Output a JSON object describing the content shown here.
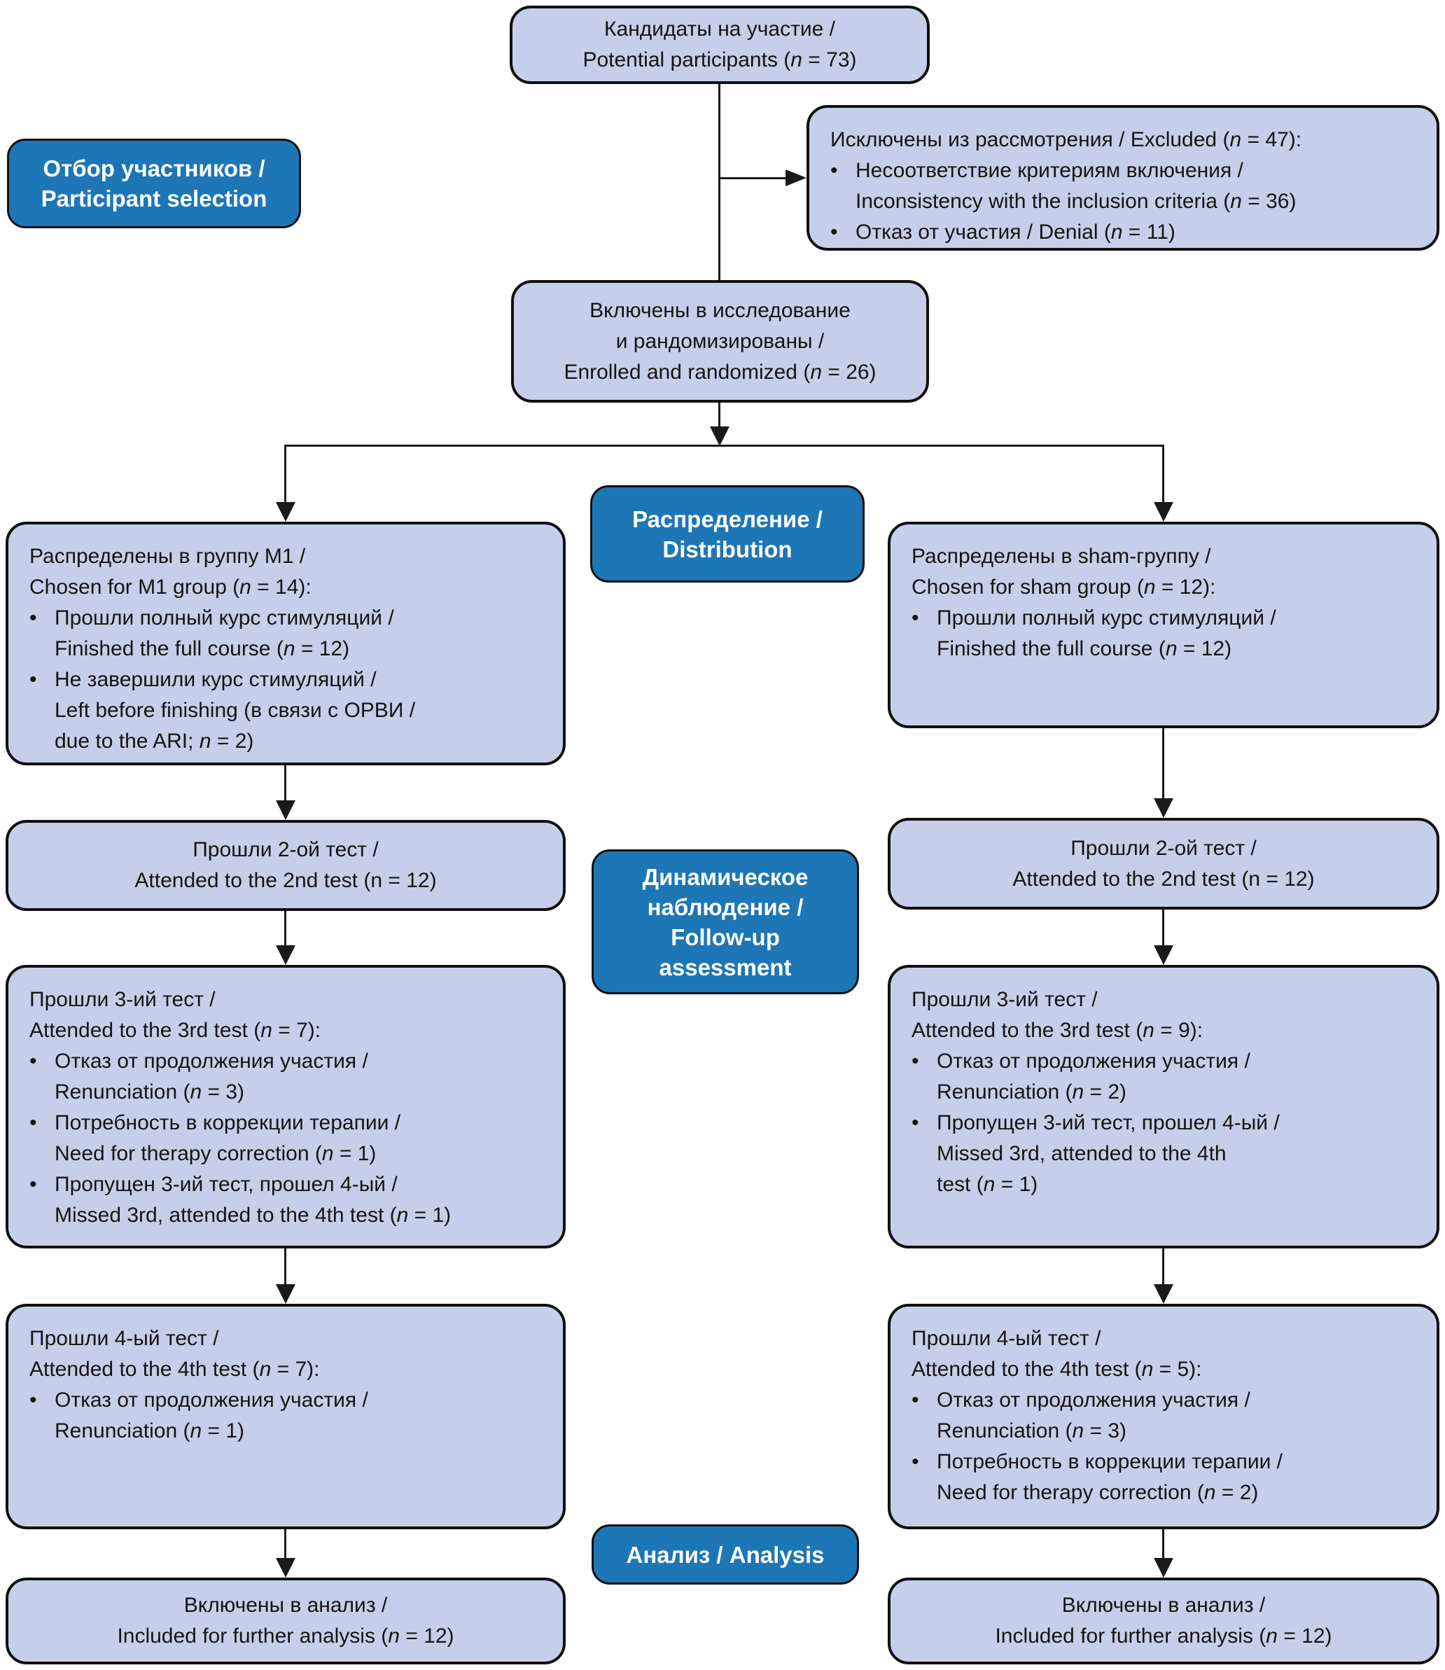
{
  "colors": {
    "light_box_fill": "#c6cfea",
    "stage_fill": "#1d76b5",
    "stage_text": "#ffffff",
    "border_color": "#101010",
    "line_color": "#1a1a1a",
    "text_color": "#141414"
  },
  "bullet_char": "•",
  "stage_labels": {
    "selection": "Отбор участников /\nParticipant selection",
    "distribution": "Распределение /\nDistribution",
    "followup": "Динамическое\nнаблюдение /\nFollow-up\nassessment",
    "analysis": "Анализ / Analysis"
  },
  "nodes": {
    "potential": {
      "items": [
        {
          "k": "l",
          "t": "Кандидаты на участие /"
        },
        {
          "k": "l",
          "t": "Potential participants (*n* = 73)"
        }
      ]
    },
    "excluded": {
      "items": [
        {
          "k": "l",
          "t": "Исключены из рассмотрения / Excluded (*n* = 47):"
        },
        {
          "k": "b",
          "t": "Несоответствие критериям включения /"
        },
        {
          "k": "c",
          "t": "Inconsistency with the inclusion criteria (*n* = 36)"
        },
        {
          "k": "b",
          "t": "Отказ от участия / Denial (*n* = 11)"
        }
      ]
    },
    "enrolled": {
      "items": [
        {
          "k": "l",
          "t": "Включены в исследование"
        },
        {
          "k": "l",
          "t": "и рандомизированы /"
        },
        {
          "k": "l",
          "t": "Enrolled and randomized (*n* = 26)"
        }
      ]
    },
    "m1_group": {
      "items": [
        {
          "k": "l",
          "t": "Распределены в группу M1 /"
        },
        {
          "k": "l",
          "t": "Chosen for M1 group (*n* = 14):"
        },
        {
          "k": "b",
          "t": "Прошли полный курс стимуляций /"
        },
        {
          "k": "c",
          "t": "Finished the full course (*n* = 12)"
        },
        {
          "k": "b",
          "t": "Не завершили курс стимуляций /"
        },
        {
          "k": "c",
          "t": "Left before finishing (в связи с ОРВИ /"
        },
        {
          "k": "c",
          "t": "due to the ARI; *n* = 2)"
        }
      ]
    },
    "sham_group": {
      "items": [
        {
          "k": "l",
          "t": "Распределены в sham-группу /"
        },
        {
          "k": "l",
          "t": "Chosen for sham group (*n* = 12):"
        },
        {
          "k": "b",
          "t": "Прошли полный курс стимуляций /"
        },
        {
          "k": "c",
          "t": "Finished the full course (*n* = 12)"
        }
      ]
    },
    "test2_m1": {
      "items": [
        {
          "k": "l",
          "t": "Прошли 2-ой тест /"
        },
        {
          "k": "l",
          "t": "Attended to the 2nd test (n = 12)"
        }
      ]
    },
    "test2_sham": {
      "items": [
        {
          "k": "l",
          "t": "Прошли 2-ой тест /"
        },
        {
          "k": "l",
          "t": "Attended to the 2nd test (n = 12)"
        }
      ]
    },
    "test3_m1": {
      "items": [
        {
          "k": "l",
          "t": "Прошли 3-ий тест /"
        },
        {
          "k": "l",
          "t": "Attended to the 3rd test (*n* = 7):"
        },
        {
          "k": "b",
          "t": "Отказ от продолжения участия /"
        },
        {
          "k": "c",
          "t": "Renunciation (*n* = 3)"
        },
        {
          "k": "b",
          "t": "Потребность в коррекции терапии /"
        },
        {
          "k": "c",
          "t": "Need for therapy correction (*n* = 1)"
        },
        {
          "k": "b",
          "t": "Пропущен 3-ий тест, прошел 4-ый /"
        },
        {
          "k": "c",
          "t": "Missed 3rd, attended to the 4th test (*n* = 1)"
        }
      ]
    },
    "test3_sham": {
      "items": [
        {
          "k": "l",
          "t": "Прошли 3-ий тест /"
        },
        {
          "k": "l",
          "t": "Attended to the 3rd test (*n* = 9):"
        },
        {
          "k": "b",
          "t": "Отказ от продолжения участия /"
        },
        {
          "k": "c",
          "t": "Renunciation (*n* = 2)"
        },
        {
          "k": "b",
          "t": "Пропущен 3-ий тест, прошел 4-ый /"
        },
        {
          "k": "c",
          "t": "Missed 3rd, attended to the 4th"
        },
        {
          "k": "c",
          "t": "test (*n* = 1)"
        }
      ]
    },
    "test4_m1": {
      "items": [
        {
          "k": "l",
          "t": "Прошли 4-ый тест /"
        },
        {
          "k": "l",
          "t": "Attended to the 4th test (*n* = 7):"
        },
        {
          "k": "b",
          "t": "Отказ от продолжения участия /"
        },
        {
          "k": "c",
          "t": "Renunciation (*n* = 1)"
        }
      ]
    },
    "test4_sham": {
      "items": [
        {
          "k": "l",
          "t": "Прошли 4-ый тест /"
        },
        {
          "k": "l",
          "t": "Attended to the 4th test (*n* = 5):"
        },
        {
          "k": "b",
          "t": "Отказ от продолжения участия /"
        },
        {
          "k": "c",
          "t": "Renunciation (*n* = 3)"
        },
        {
          "k": "b",
          "t": "Потребность в коррекции терапии /"
        },
        {
          "k": "c",
          "t": "Need for therapy correction (*n* = 2)"
        }
      ]
    },
    "analysis_m1": {
      "items": [
        {
          "k": "l",
          "t": "Включены в анализ /"
        },
        {
          "k": "l",
          "t": "Included for further analysis (*n* = 12)"
        }
      ]
    },
    "analysis_sham": {
      "items": [
        {
          "k": "l",
          "t": "Включены в анализ /"
        },
        {
          "k": "l",
          "t": "Included for further analysis (*n* = 12)"
        }
      ]
    }
  }
}
